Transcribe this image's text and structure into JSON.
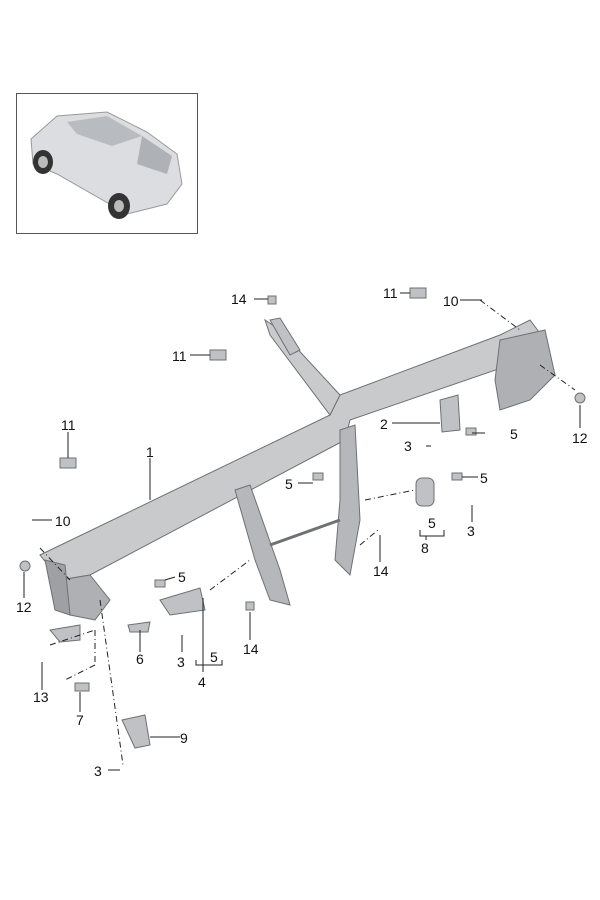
{
  "callouts": {
    "c1": "1",
    "c2": "2",
    "c3a": "3",
    "c3b": "3",
    "c3c": "3",
    "c3d": "3",
    "c4": "4",
    "c5a": "5",
    "c5b": "5",
    "c5c": "5",
    "c5d": "5",
    "c5e": "5",
    "c5f": "5",
    "c6": "6",
    "c7": "7",
    "c8": "8",
    "c9": "9",
    "c10a": "10",
    "c10b": "10",
    "c11a": "11",
    "c11b": "11",
    "c11c": "11",
    "c12a": "12",
    "c12b": "12",
    "c13": "13",
    "c14a": "14",
    "c14b": "14",
    "c14c": "14"
  },
  "colors": {
    "part": "#c9cacc",
    "part_dark": "#8d8f93",
    "line": "#222222"
  }
}
